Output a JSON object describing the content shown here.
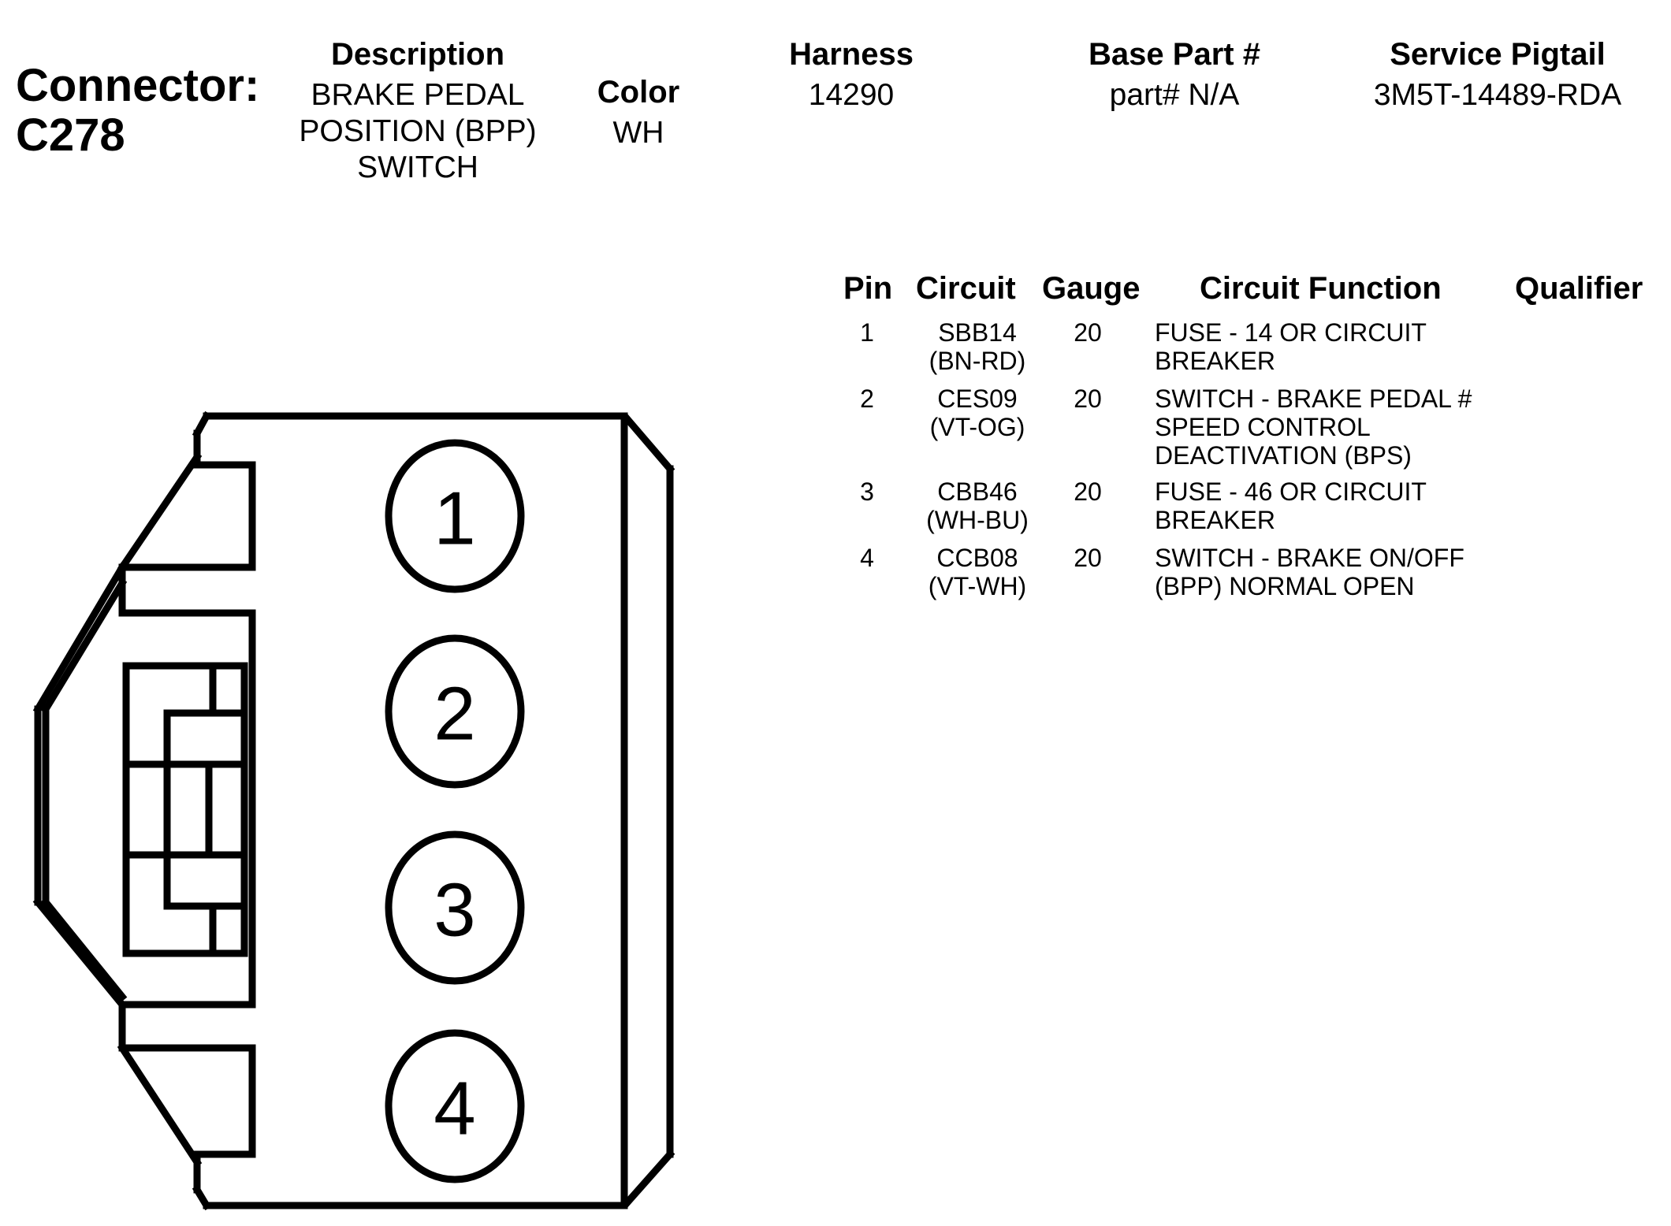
{
  "connector": {
    "label": "Connector:",
    "id": "C278"
  },
  "header": {
    "description_label": "Description",
    "description_lines": [
      "BRAKE PEDAL",
      "POSITION (BPP)",
      "SWITCH"
    ],
    "color_label": "Color",
    "color_value": "WH",
    "harness_label": "Harness",
    "harness_value": "14290",
    "base_part_label": "Base Part #",
    "base_part_value": "part# N/A",
    "service_pigtail_label": "Service Pigtail",
    "service_pigtail_value": "3M5T-14489-RDA"
  },
  "table": {
    "columns": [
      "Pin",
      "Circuit",
      "Gauge",
      "Circuit Function",
      "Qualifier"
    ],
    "rows": [
      {
        "pin": "1",
        "circuit": [
          "SBB14",
          "(BN-RD)"
        ],
        "gauge": "20",
        "function": [
          "FUSE - 14 OR CIRCUIT",
          "BREAKER"
        ],
        "qualifier": ""
      },
      {
        "pin": "2",
        "circuit": [
          "CES09",
          "(VT-OG)"
        ],
        "gauge": "20",
        "function": [
          "SWITCH - BRAKE PEDAL #",
          "SPEED CONTROL",
          "DEACTIVATION (BPS)"
        ],
        "qualifier": ""
      },
      {
        "pin": "3",
        "circuit": [
          "CBB46",
          "(WH-BU)"
        ],
        "gauge": "20",
        "function": [
          "FUSE - 46 OR CIRCUIT",
          "BREAKER"
        ],
        "qualifier": ""
      },
      {
        "pin": "4",
        "circuit": [
          "CCB08",
          "(VT-WH)"
        ],
        "gauge": "20",
        "function": [
          "SWITCH - BRAKE ON/OFF",
          "(BPP) NORMAL OPEN"
        ],
        "qualifier": ""
      }
    ]
  },
  "diagram": {
    "pin_labels": [
      "1",
      "2",
      "3",
      "4"
    ],
    "stroke_color": "#000000"
  }
}
